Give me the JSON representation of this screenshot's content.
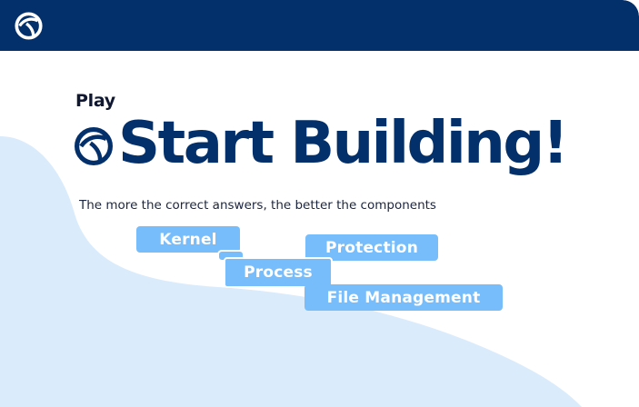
{
  "header": {
    "logo_icon": "orbit-logo-icon",
    "background": "#03306a"
  },
  "hero": {
    "label": "Play",
    "title": "Start Building!",
    "logo_icon": "orbit-logo-icon",
    "subtitle": "The more the correct answers, the better the components",
    "title_color": "#03306a"
  },
  "components": {
    "chip_color": "#78bdfb",
    "items": [
      {
        "label": "Kernel"
      },
      {
        "label": "Protection"
      },
      {
        "label": "Process"
      },
      {
        "label": "File Management"
      }
    ]
  }
}
